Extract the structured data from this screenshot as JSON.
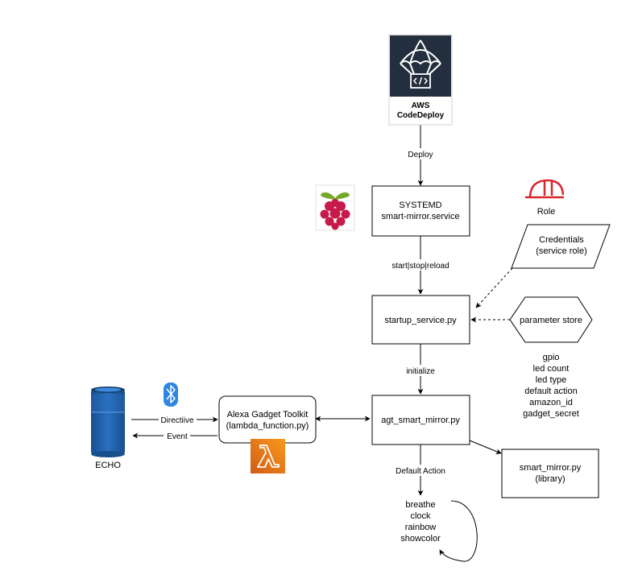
{
  "aws_codedeploy": {
    "line1": "AWS",
    "line2": "CodeDeploy"
  },
  "edges": {
    "deploy": "Deploy",
    "start_stop_reload": "start|stop|reload",
    "initialize": "initialize",
    "default_action": "Default Action",
    "directive": "Directiive",
    "event": "Event"
  },
  "systemd": {
    "line1": "SYSTEMD",
    "line2": "smart-mirror.service"
  },
  "role": {
    "label": "Role"
  },
  "credentials": {
    "line1": "Credentials",
    "line2": "(service role)"
  },
  "startup": {
    "label": "startup_service.py"
  },
  "parameter_store": {
    "label": "parameter store",
    "params": [
      "gpio",
      "led count",
      "led type",
      "default action",
      "amazon_id",
      "gadget_secret"
    ]
  },
  "agt": {
    "label": "agt_smart_mirror.py"
  },
  "alexa_toolkit": {
    "line1": "Alexa Gadget Toolkit",
    "line2": "(lambda_function.py)"
  },
  "echo": {
    "label": "ECHO"
  },
  "smart_mirror": {
    "line1": "smart_mirror.py",
    "line2": "(library)"
  },
  "actions": [
    "breathe",
    "clock",
    "rainbow",
    "showcolor"
  ],
  "icons": {
    "codedeploy": "aws-codedeploy-parachute-icon",
    "raspberry_pi": "raspberry-pi-icon",
    "role": "iam-role-hardhat-icon",
    "bluetooth": "bluetooth-icon",
    "lambda": "aws-lambda-icon",
    "echo": "amazon-echo-device-icon"
  },
  "colors": {
    "codedeploy_bg": "#232F3E",
    "lambda_orange": "#F58536",
    "role_red": "#D9262C",
    "raspberry_red": "#C51A4A",
    "raspberry_leaf": "#75A928",
    "echo_blue": "#1E5EA8",
    "bluetooth_blue": "#2F86E0"
  }
}
